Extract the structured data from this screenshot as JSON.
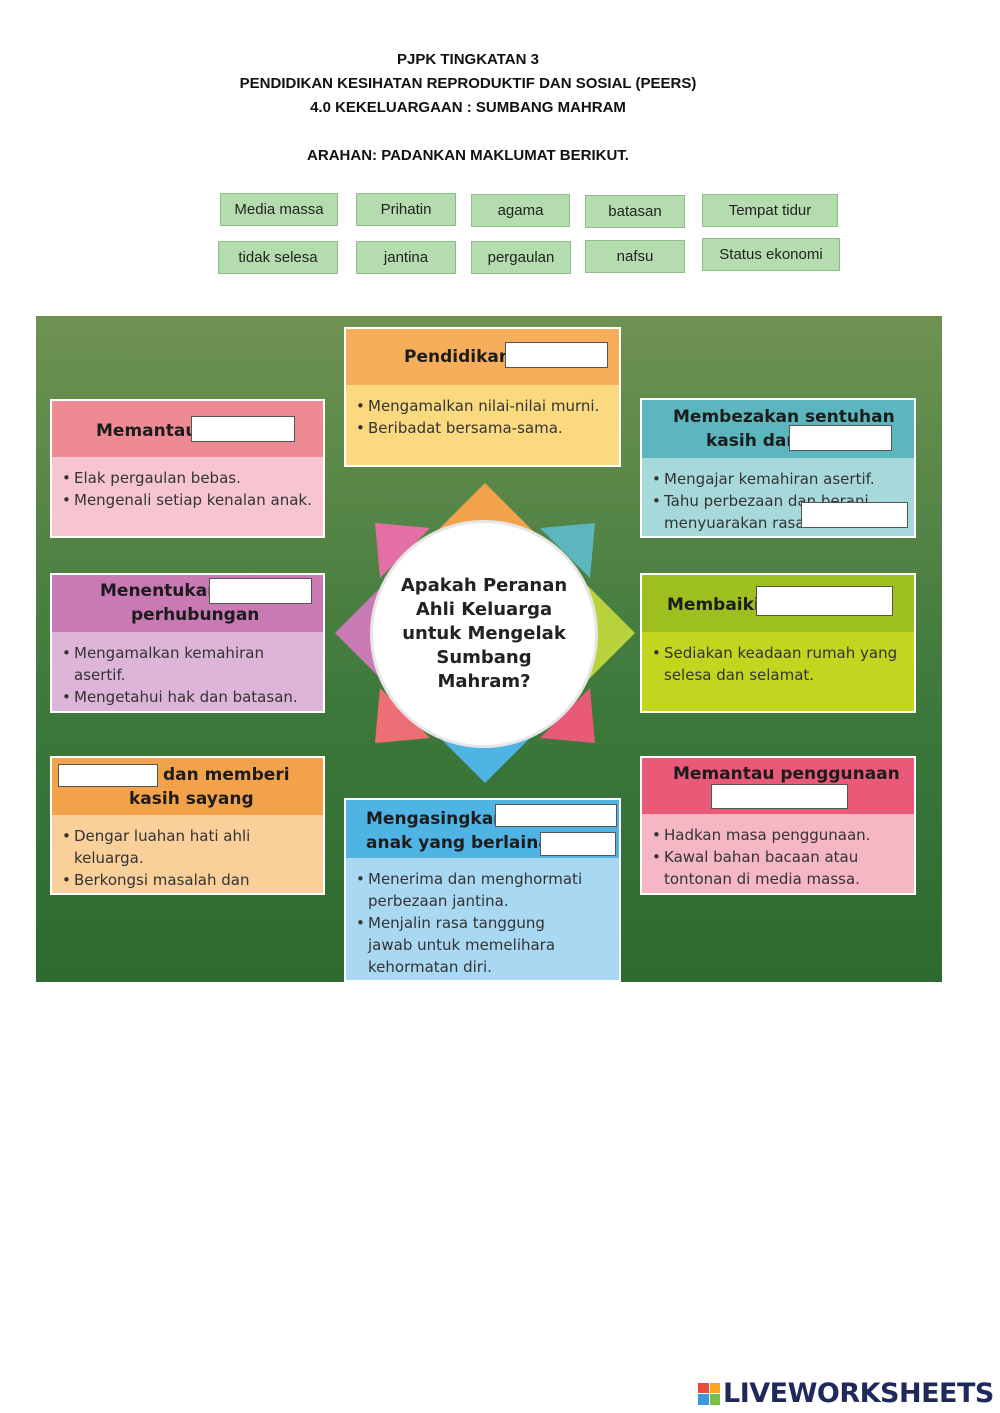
{
  "header": {
    "line1": "PJPK  TINGKATAN 3",
    "line2": "PENDIDIKAN KESIHATAN REPRODUKTIF DAN SOSIAL (PEERS)",
    "line3": "4.0 KEKELUARGAAN : SUMBANG MAHRAM",
    "instruction": "ARAHAN: PADANKAN MAKLUMAT BERIKUT."
  },
  "word_bank": [
    "Media massa",
    "Prihatin",
    "agama",
    "batasan",
    "Tempat tidur",
    "tidak selesa",
    "jantina",
    "pergaulan",
    "nafsu",
    "Status ekonomi"
  ],
  "center_question": "Apakah Peranan Ahli Keluarga untuk Mengelak Sumbang Mahram?",
  "cards": {
    "pendidikan": {
      "title": "Pendidikan",
      "items": [
        "Mengamalkan nilai-nilai murni.",
        "Beribadat bersama-sama."
      ],
      "color": "#f6ae5a"
    },
    "memantau": {
      "title": "Memantau",
      "items": [
        "Elak pergaulan bebas.",
        "Mengenali setiap kenalan anak."
      ],
      "color": "#ee8a93"
    },
    "membezakan": {
      "title1": "Membezakan sentuhan",
      "title2": "kasih dan",
      "items": [
        "Mengajar kemahiran asertif.",
        "Tahu perbezaan dan berani",
        "menyuarakan rasa"
      ],
      "color": "#5bb7bd"
    },
    "menentukan": {
      "title1": "Menentukan",
      "title2": "perhubungan",
      "items": [
        "Mengamalkan kemahiran asertif.",
        "Mengetahui hak dan batasan."
      ],
      "color": "#c97ab5"
    },
    "membaiki": {
      "title": "Membaiki",
      "items": [
        "Sediakan keadaan rumah yang",
        "selesa dan selamat."
      ],
      "color": "#9dbf20"
    },
    "kasih": {
      "title1": "dan memberi",
      "title2": "kasih sayang",
      "items": [
        "Dengar luahan hati ahli keluarga.",
        "Berkongsi masalah dan pendapat."
      ],
      "color": "#f2a24a"
    },
    "mengasingkan": {
      "title1": "Mengasingkan",
      "title2": "anak yang berlainan",
      "items": [
        "Menerima dan menghormati",
        "perbezaan jantina.",
        "Menjalin rasa tanggung",
        "jawab untuk memelihara",
        "kehormatan diri."
      ],
      "color": "#4fb3e3"
    },
    "memantau_penggunaan": {
      "title": "Memantau penggunaan",
      "items": [
        "Hadkan masa penggunaan.",
        "Kawal  bahan  bacaan  atau",
        "tontonan di media massa."
      ],
      "color": "#e95a78"
    }
  },
  "logo": {
    "text": "LIVEWORKSHEETS"
  }
}
